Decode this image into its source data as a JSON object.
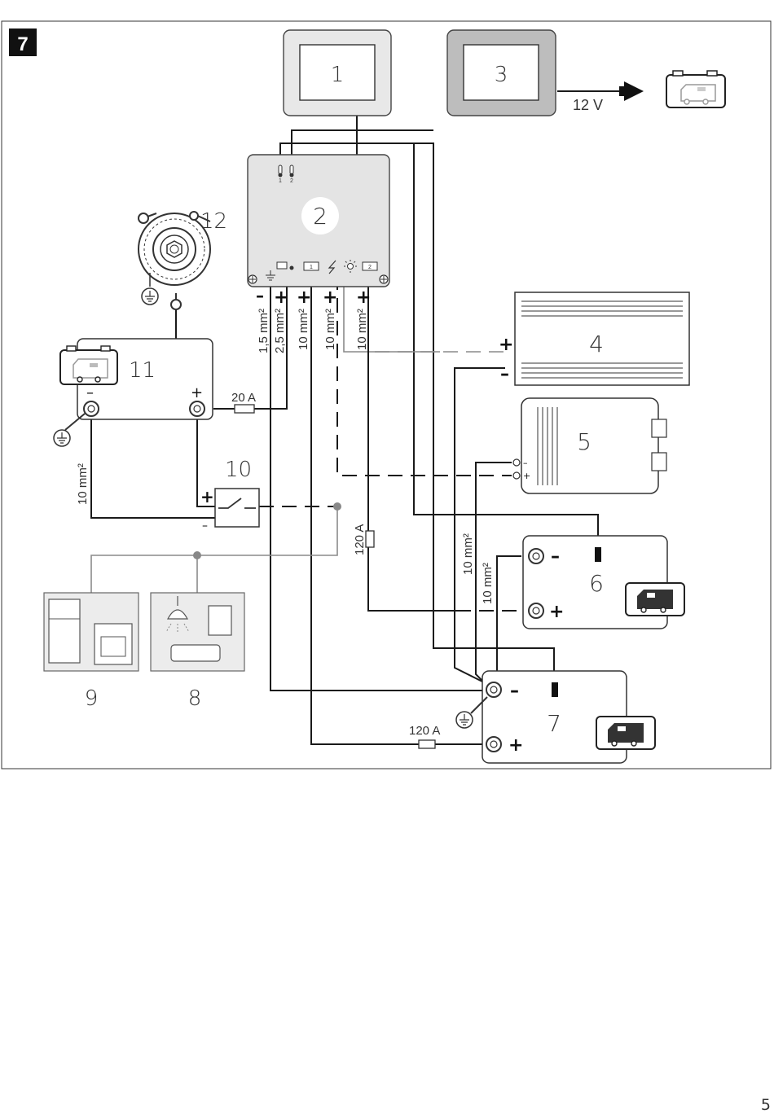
{
  "figure": {
    "badge": "7",
    "components": {
      "c1": "1",
      "c2": "2",
      "c3": "3",
      "c4": "4",
      "c5": "5",
      "c6": "6",
      "c7": "7",
      "c8": "8",
      "c9": "9",
      "c10": "10",
      "c11": "11",
      "c12": "12"
    },
    "labels": {
      "volt_12": "12 V",
      "fuse_20a": "20 A",
      "fuse_120a_v": "120 A",
      "fuse_120a_h": "120 A",
      "w_1_5": "1,5 mm²",
      "w_2_5": "2,5 mm²",
      "w_10a": "10 mm²",
      "w_10b": "10 mm²",
      "w_10c": "10 mm²",
      "w_10d": "10 mm²",
      "w_10e": "10 mm²",
      "w_10f": "10 mm²",
      "sensor1": "1",
      "sensor2": "2",
      "batt1": "1",
      "batt2": "2"
    }
  },
  "page_number": "5",
  "colors": {
    "wire": "#1a1a1a",
    "wire_grey": "#8a8a8a",
    "panel_grey": "#c9c9c9",
    "box": "#e6e6e6"
  }
}
